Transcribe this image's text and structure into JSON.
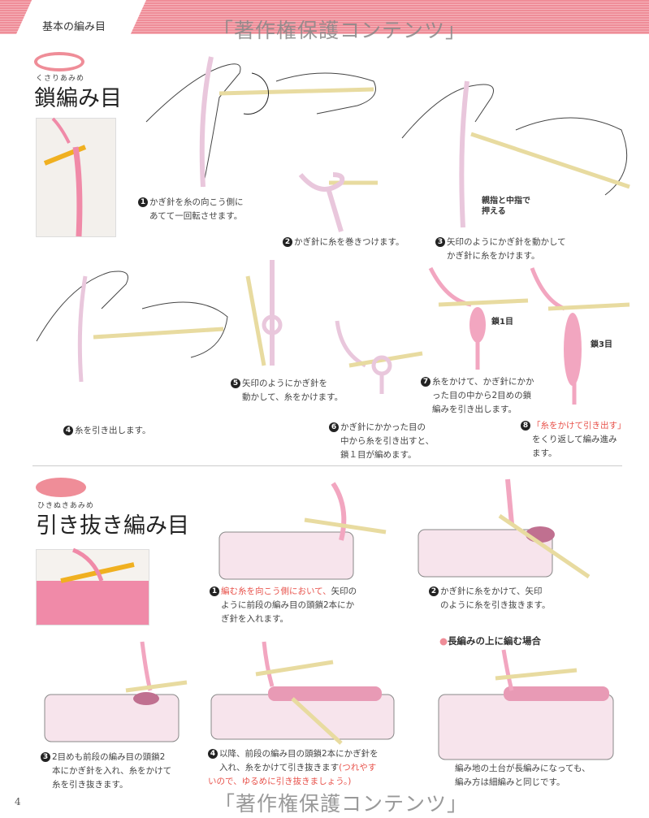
{
  "header": {
    "section_title": "基本の編み目"
  },
  "watermark": "「著作権保護コンテンツ」",
  "chain_stitch": {
    "ruby": "くさりあみめ",
    "title": "鎖編み目",
    "steps": [
      {
        "num": "1",
        "text": [
          "かぎ針を糸の向こう側に",
          "あてて一回転させます。"
        ]
      },
      {
        "num": "2",
        "text": [
          "かぎ針に糸を巻きつけます。"
        ]
      },
      {
        "num": "3",
        "text": [
          "矢印のようにかぎ針を動かして",
          "かぎ針に糸をかけます。"
        ]
      },
      {
        "num": "4",
        "text": [
          "糸を引き出します。"
        ]
      },
      {
        "num": "5",
        "text": [
          "矢印のようにかぎ針を",
          "動かして、糸をかけます。"
        ]
      },
      {
        "num": "6",
        "text": [
          "かぎ針にかかった目の",
          "中から糸を引き出すと、",
          "鎖１目が編めます。"
        ]
      },
      {
        "num": "7",
        "text": [
          "糸をかけて、かぎ針にかか",
          "った目の中から2目めの鎖",
          "編みを引き出します。"
        ]
      },
      {
        "num": "8",
        "highlight": "「糸をかけて引き出す」",
        "text": [
          "をくり返して編み進み",
          "ます。"
        ]
      }
    ],
    "labels": {
      "thumb": [
        "親指と中指で",
        "押える"
      ],
      "chain1": "鎖1目",
      "chain3": "鎖3目"
    }
  },
  "slip_stitch": {
    "ruby": "ひきぬきあみめ",
    "title": "引き抜き編み目",
    "steps": [
      {
        "num": "1",
        "highlight": "編む糸を向こう側において、",
        "text": [
          "矢印の",
          "ように前段の編み目の頭鎖2本にか",
          "ぎ針を入れます。"
        ]
      },
      {
        "num": "2",
        "text": [
          "かぎ針に糸をかけて、矢印",
          "のように糸を引き抜きます。"
        ]
      },
      {
        "num": "3",
        "text": [
          "2目めも前段の編み目の頭鎖2",
          "本にかぎ針を入れ、糸をかけて",
          "糸を引き抜きます。"
        ]
      },
      {
        "num": "4",
        "text": [
          "以降、前段の編み目の頭鎖2本にかぎ針を",
          "入れ、糸をかけて引き抜きます"
        ],
        "highlight": [
          "(つれやす",
          "いので、ゆるめに引き抜きましょう。)"
        ]
      }
    ],
    "note_heading": "長編みの上に編む場合",
    "note": [
      "編み地の土台が長編みになっても、",
      "編み方は細編みと同じです。"
    ]
  },
  "page_number": "4",
  "colors": {
    "pink": "#ef8d98",
    "yarn": "#f2a6c0",
    "hook": "#f0c040",
    "red": "#e8534c"
  }
}
